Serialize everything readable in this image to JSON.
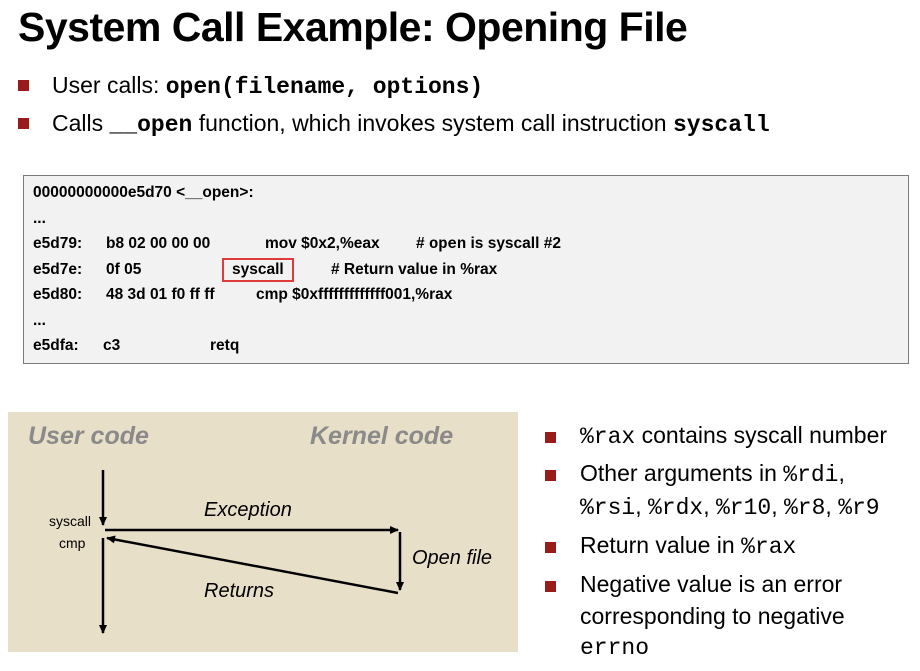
{
  "title": "System Call Example: Opening File",
  "bullets_top": [
    {
      "text": "User calls: ",
      "code": "open(filename, options)"
    },
    {
      "text_before": "Calls ",
      "code": "__open",
      "text_after": " function, which invokes system call instruction ",
      "code2": "syscall"
    }
  ],
  "disassembly": {
    "header": "00000000000e5d70 <__open>:",
    "ellipsis1": "...",
    "line1": {
      "addr": "e5d79:",
      "bytes": "b8 02 00 00 00",
      "instr": "mov  $0x2,%eax",
      "comment_pre": "# ",
      "comment_code": "open",
      "comment_post": " is syscall #2"
    },
    "line2": {
      "addr": "e5d7e:",
      "bytes": "0f 05",
      "instr": "syscall",
      "comment": "# Return value in %rax"
    },
    "line3": {
      "addr": "e5d80:",
      "bytes": "48 3d 01 f0 ff ff",
      "instr": "cmp  $0xfffffffffffff001,%rax"
    },
    "ellipsis2": "...",
    "line4": {
      "addr": "e5dfa:",
      "bytes": "c3",
      "instr": "retq"
    }
  },
  "diagram": {
    "user_label": "User code",
    "kernel_label": "Kernel code",
    "syscall_label": "syscall",
    "cmp_label": "cmp",
    "exception_label": "Exception",
    "openfile_label": "Open file",
    "returns_label": "Returns"
  },
  "bullets_right": [
    {
      "code": "%rax",
      "text": "  contains syscall number"
    },
    {
      "text": "Other arguments in ",
      "code": "%rdi",
      "text2": ",",
      "line2": [
        {
          "code": "%rsi"
        },
        {
          "text": ", "
        },
        {
          "code": "%rdx"
        },
        {
          "text": ", "
        },
        {
          "code": "%r10"
        },
        {
          "text": ", "
        },
        {
          "code": "%r8"
        },
        {
          "text": ", "
        },
        {
          "code": "%r9"
        }
      ]
    },
    {
      "text": "Return value in ",
      "code": "%rax"
    },
    {
      "text": "Negative value is an error",
      "text_l2": "corresponding to negative",
      "code_l3": "errno"
    }
  ],
  "colors": {
    "bullet": "#9a1b1b",
    "highlight_box": "#e03b3b",
    "diagram_bg": "#e8dfc9",
    "code_bg": "#f2f2f2"
  },
  "icons": {
    "bullet": "square-bullet-icon"
  }
}
